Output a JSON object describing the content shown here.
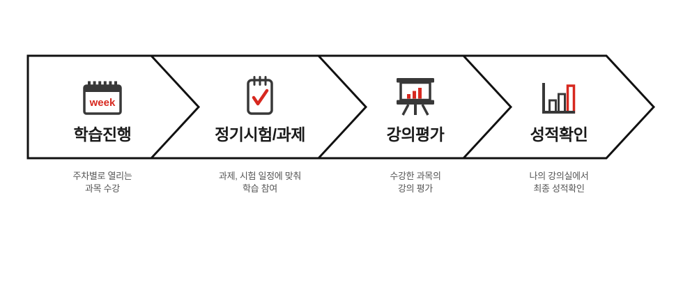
{
  "process": {
    "steps": [
      {
        "title": "학습진행",
        "icon": "calendar-week-icon",
        "icon_label": "week",
        "description": [
          "주차별로 열리는",
          "과목 수강"
        ]
      },
      {
        "title": "정기시험/과제",
        "icon": "notepad-check-icon",
        "description": [
          "과제, 시험 일정에 맞춰",
          "학습 참여"
        ]
      },
      {
        "title": "강의평가",
        "icon": "presentation-chart-icon",
        "description": [
          "수강한 과목의",
          "강의 평가"
        ]
      },
      {
        "title": "성적확인",
        "icon": "bar-chart-icon",
        "description": [
          "나의 강의실에서",
          "최종 성적확인"
        ]
      }
    ]
  },
  "colors": {
    "accent_red": "#d7281f",
    "outline_black": "#111111",
    "icon_gray": "#383838",
    "title_black": "#1a1a1a",
    "desc_gray": "#555555",
    "background": "#ffffff"
  }
}
